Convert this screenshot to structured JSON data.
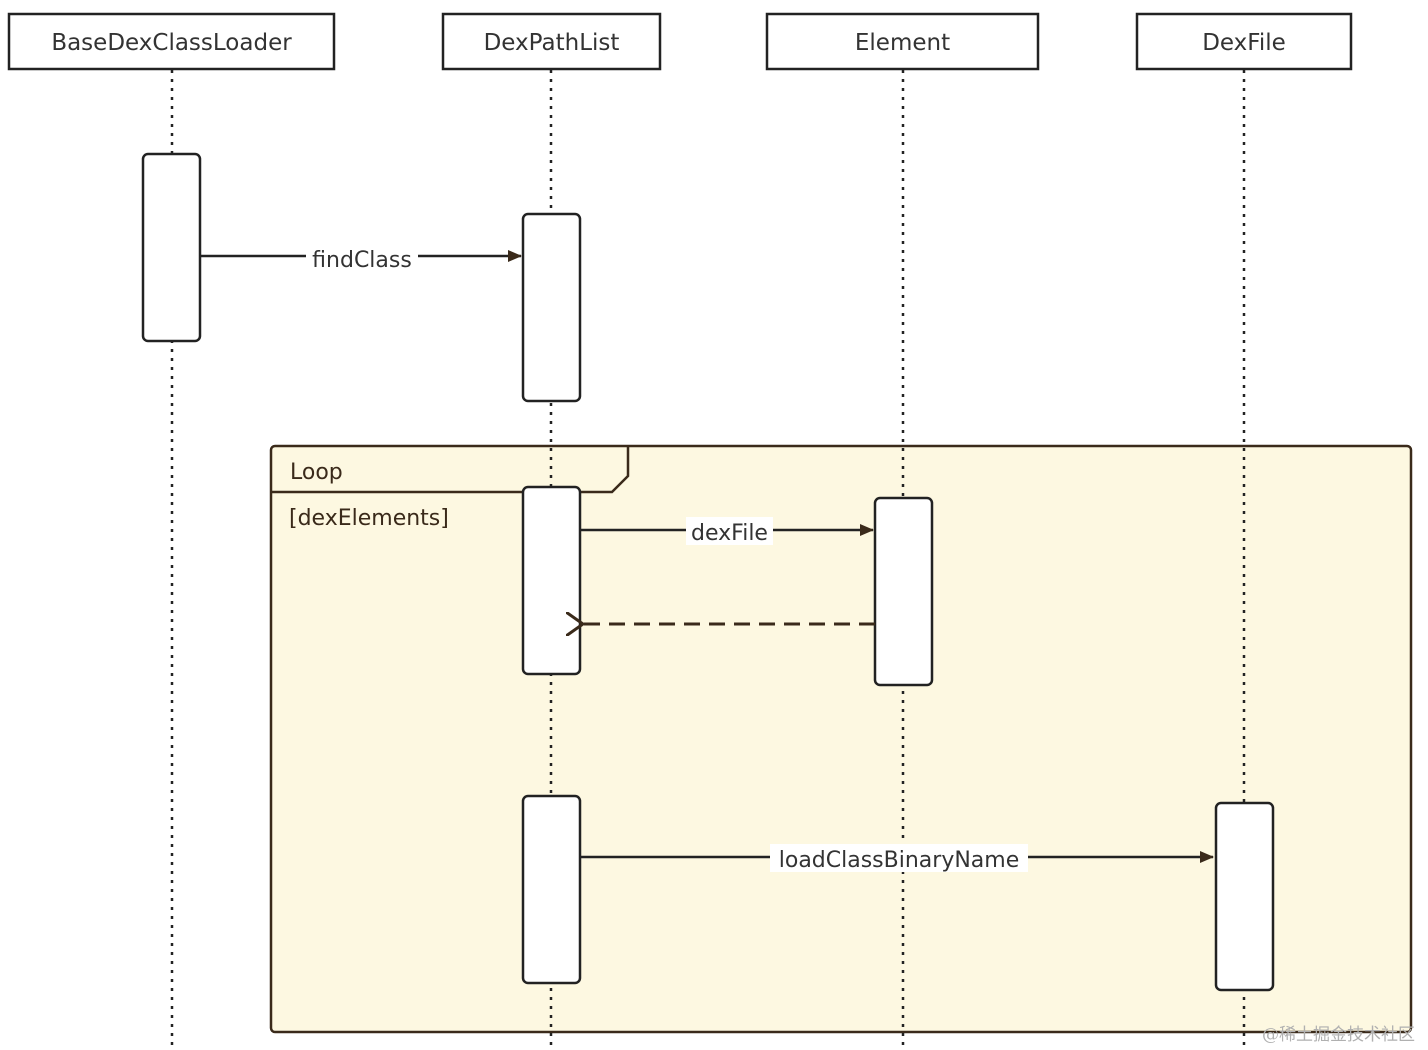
{
  "diagram": {
    "participants": [
      {
        "id": "bdcl",
        "label": "BaseDexClassLoader"
      },
      {
        "id": "dpl",
        "label": "DexPathList"
      },
      {
        "id": "el",
        "label": "Element"
      },
      {
        "id": "df",
        "label": "DexFile"
      }
    ],
    "messages": [
      {
        "id": "m1",
        "label": "findClass",
        "from": "BaseDexClassLoader",
        "to": "DexPathList",
        "style": "solid"
      },
      {
        "id": "m2",
        "label": "dexFile",
        "from": "DexPathList",
        "to": "Element",
        "style": "solid"
      },
      {
        "id": "m3",
        "label": "",
        "from": "Element",
        "to": "DexPathList",
        "style": "dashed-return"
      },
      {
        "id": "m4",
        "label": "loadClassBinaryName",
        "from": "DexPathList",
        "to": "DexFile",
        "style": "solid"
      }
    ],
    "frame": {
      "operator": "Loop",
      "guard": "[dexElements]"
    }
  },
  "watermark": "@稀土掘金技术社区",
  "colors": {
    "frame_fill": "#fdf8e1",
    "frame_stroke": "#3a2a1a",
    "line": "#222222",
    "arrow": "#3a2a1a"
  }
}
